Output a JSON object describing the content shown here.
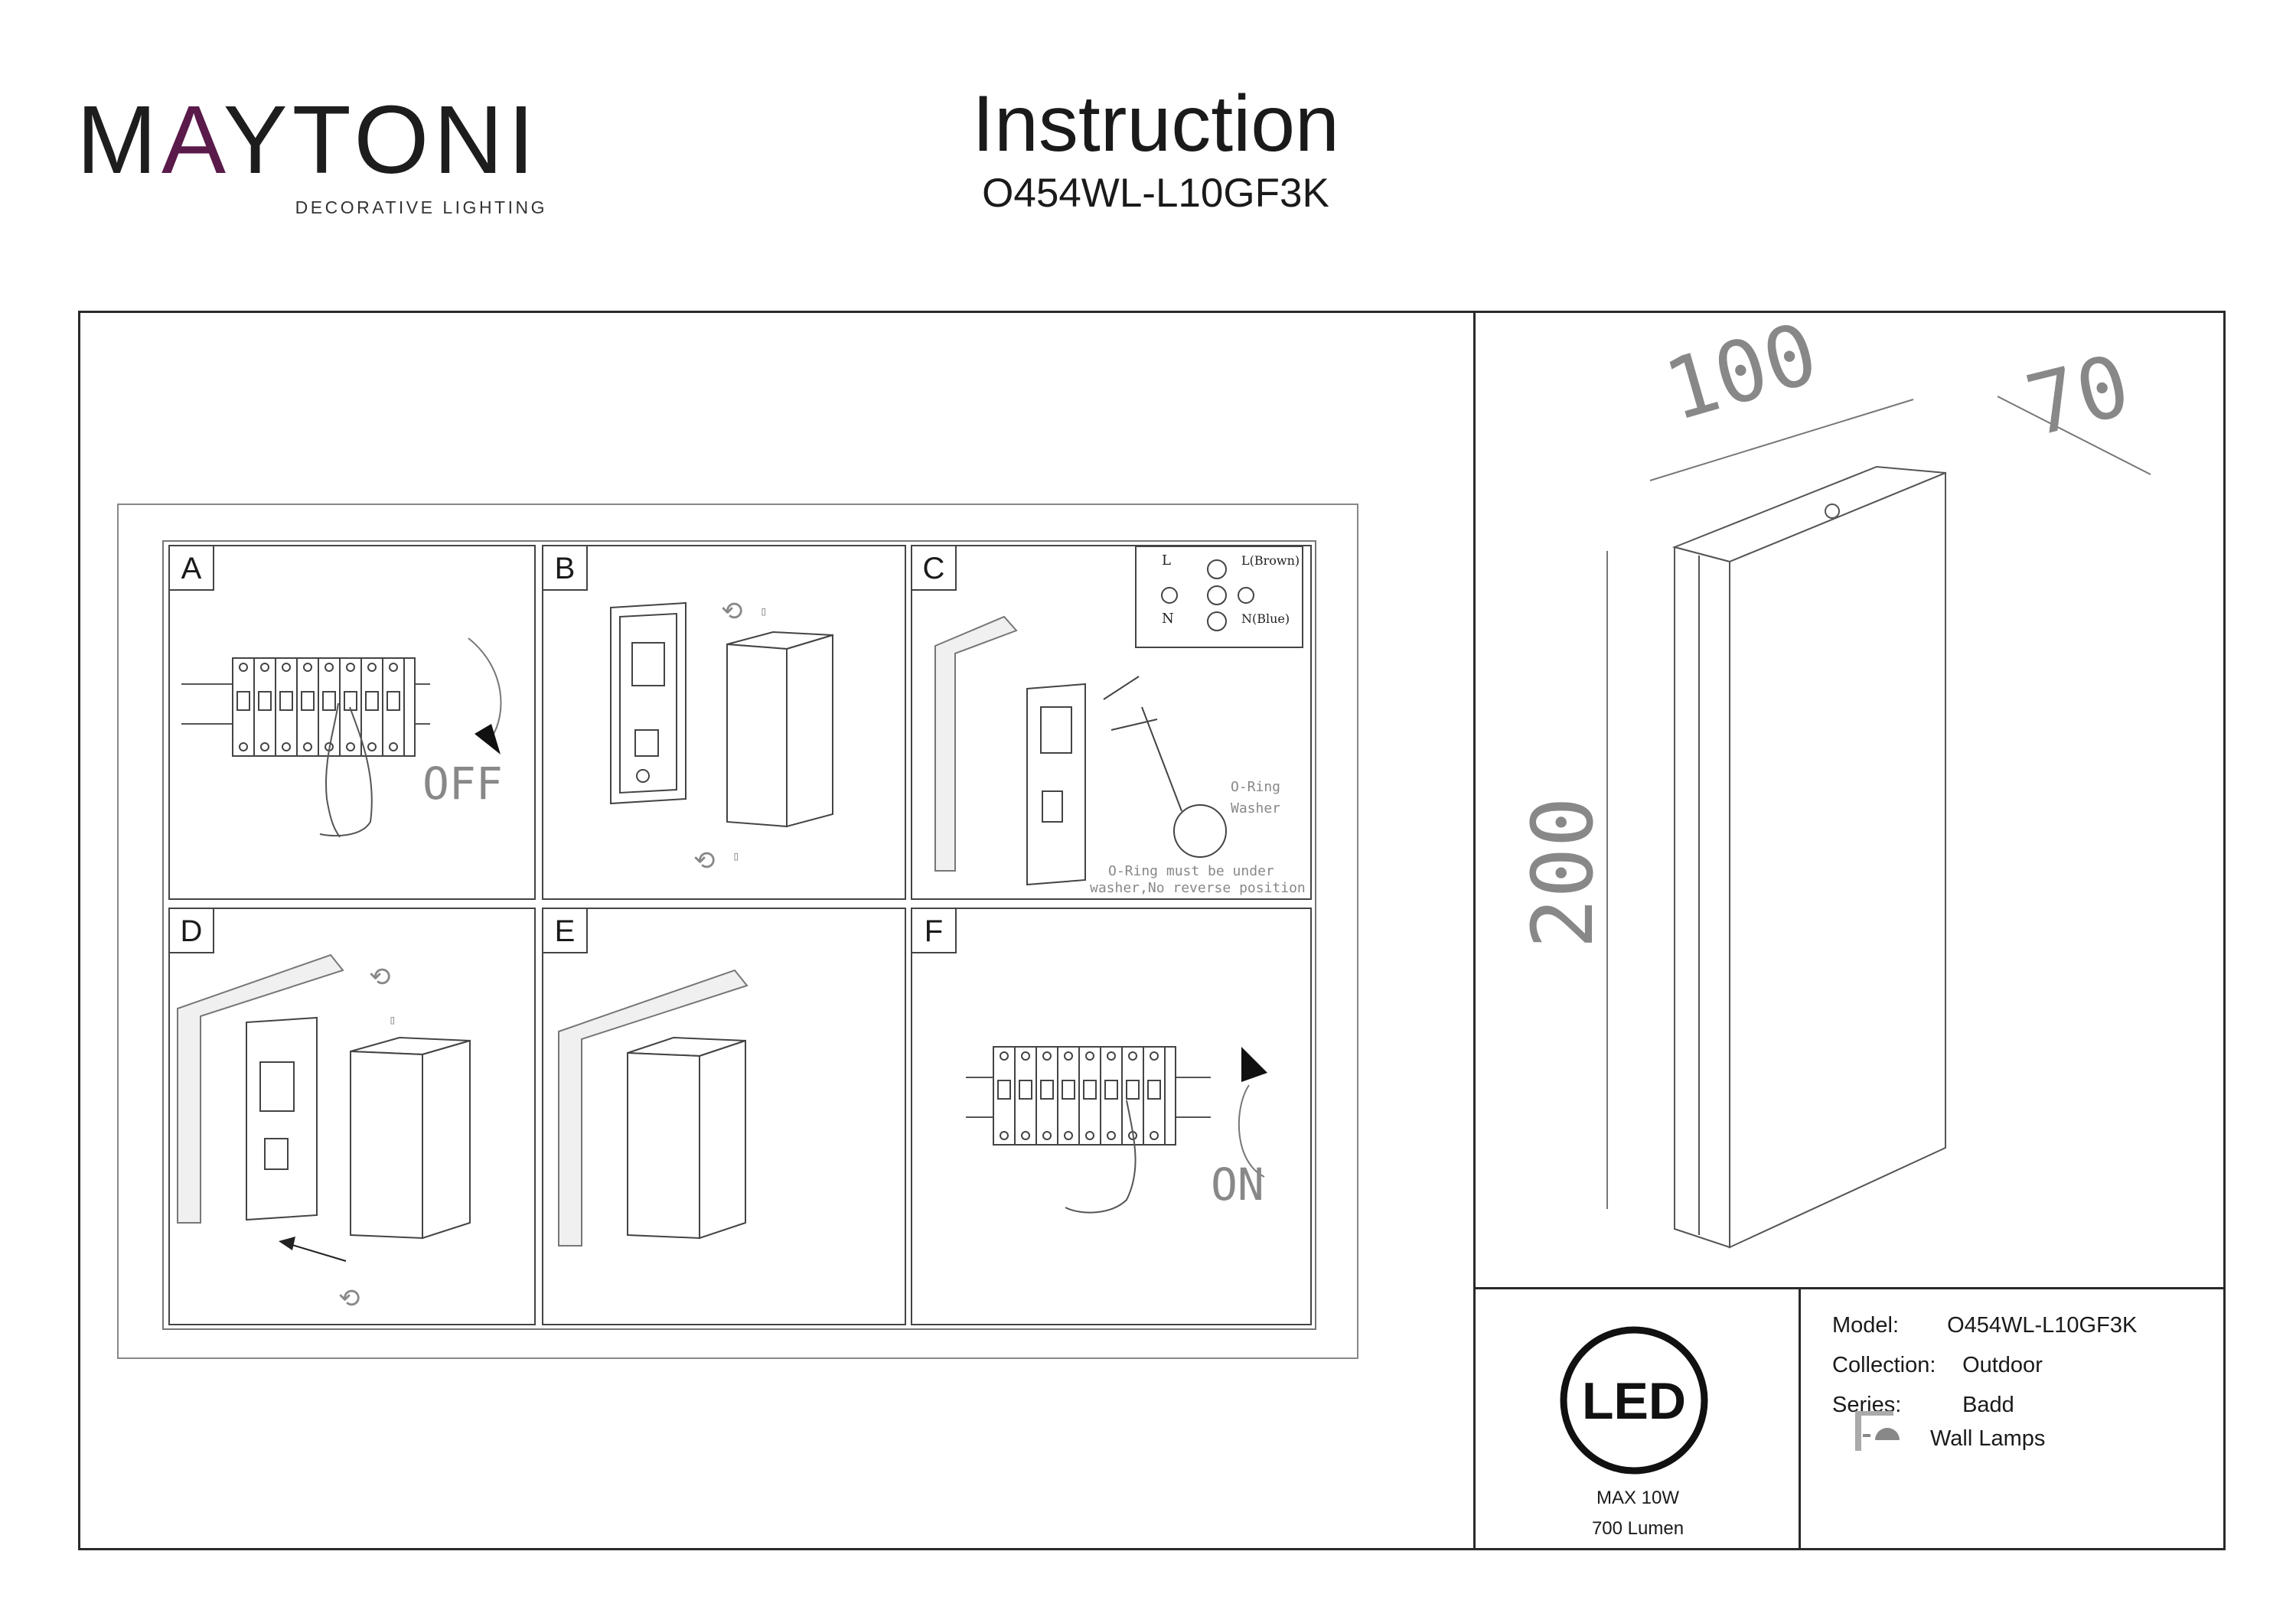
{
  "header": {
    "brand": "MAYTONI",
    "brand_tagline": "DECORATIVE LIGHTING",
    "title": "Instruction",
    "model_code": "O454WL-L10GF3K"
  },
  "steps": {
    "A": {
      "label": "A",
      "annotation": "OFF"
    },
    "B": {
      "label": "B"
    },
    "C": {
      "label": "C",
      "terminal_left_top": "L",
      "terminal_left_bottom": "N",
      "terminal_right_top": "L(Brown)",
      "terminal_right_bottom": "N(Blue)",
      "oring_label_1": "O-Ring",
      "oring_label_2": "Washer",
      "note_line_1": "O-Ring must be under",
      "note_line_2": "washer,No reverse position"
    },
    "D": {
      "label": "D"
    },
    "E": {
      "label": "E"
    },
    "F": {
      "label": "F",
      "annotation": "ON"
    }
  },
  "dimensions": {
    "width": "100",
    "depth": "70",
    "height": "200"
  },
  "badge": {
    "text": "LED",
    "power": "MAX 10W",
    "lumen": "700 Lumen"
  },
  "info": {
    "model_label": "Model:",
    "model_value": "O454WL-L10GF3K",
    "collection_label": "Collection:",
    "collection_value": "Outdoor",
    "series_label": "Series:",
    "series_value": "Badd",
    "category": "Wall Lamps",
    "category_icon": "wall-lamp-icon"
  }
}
